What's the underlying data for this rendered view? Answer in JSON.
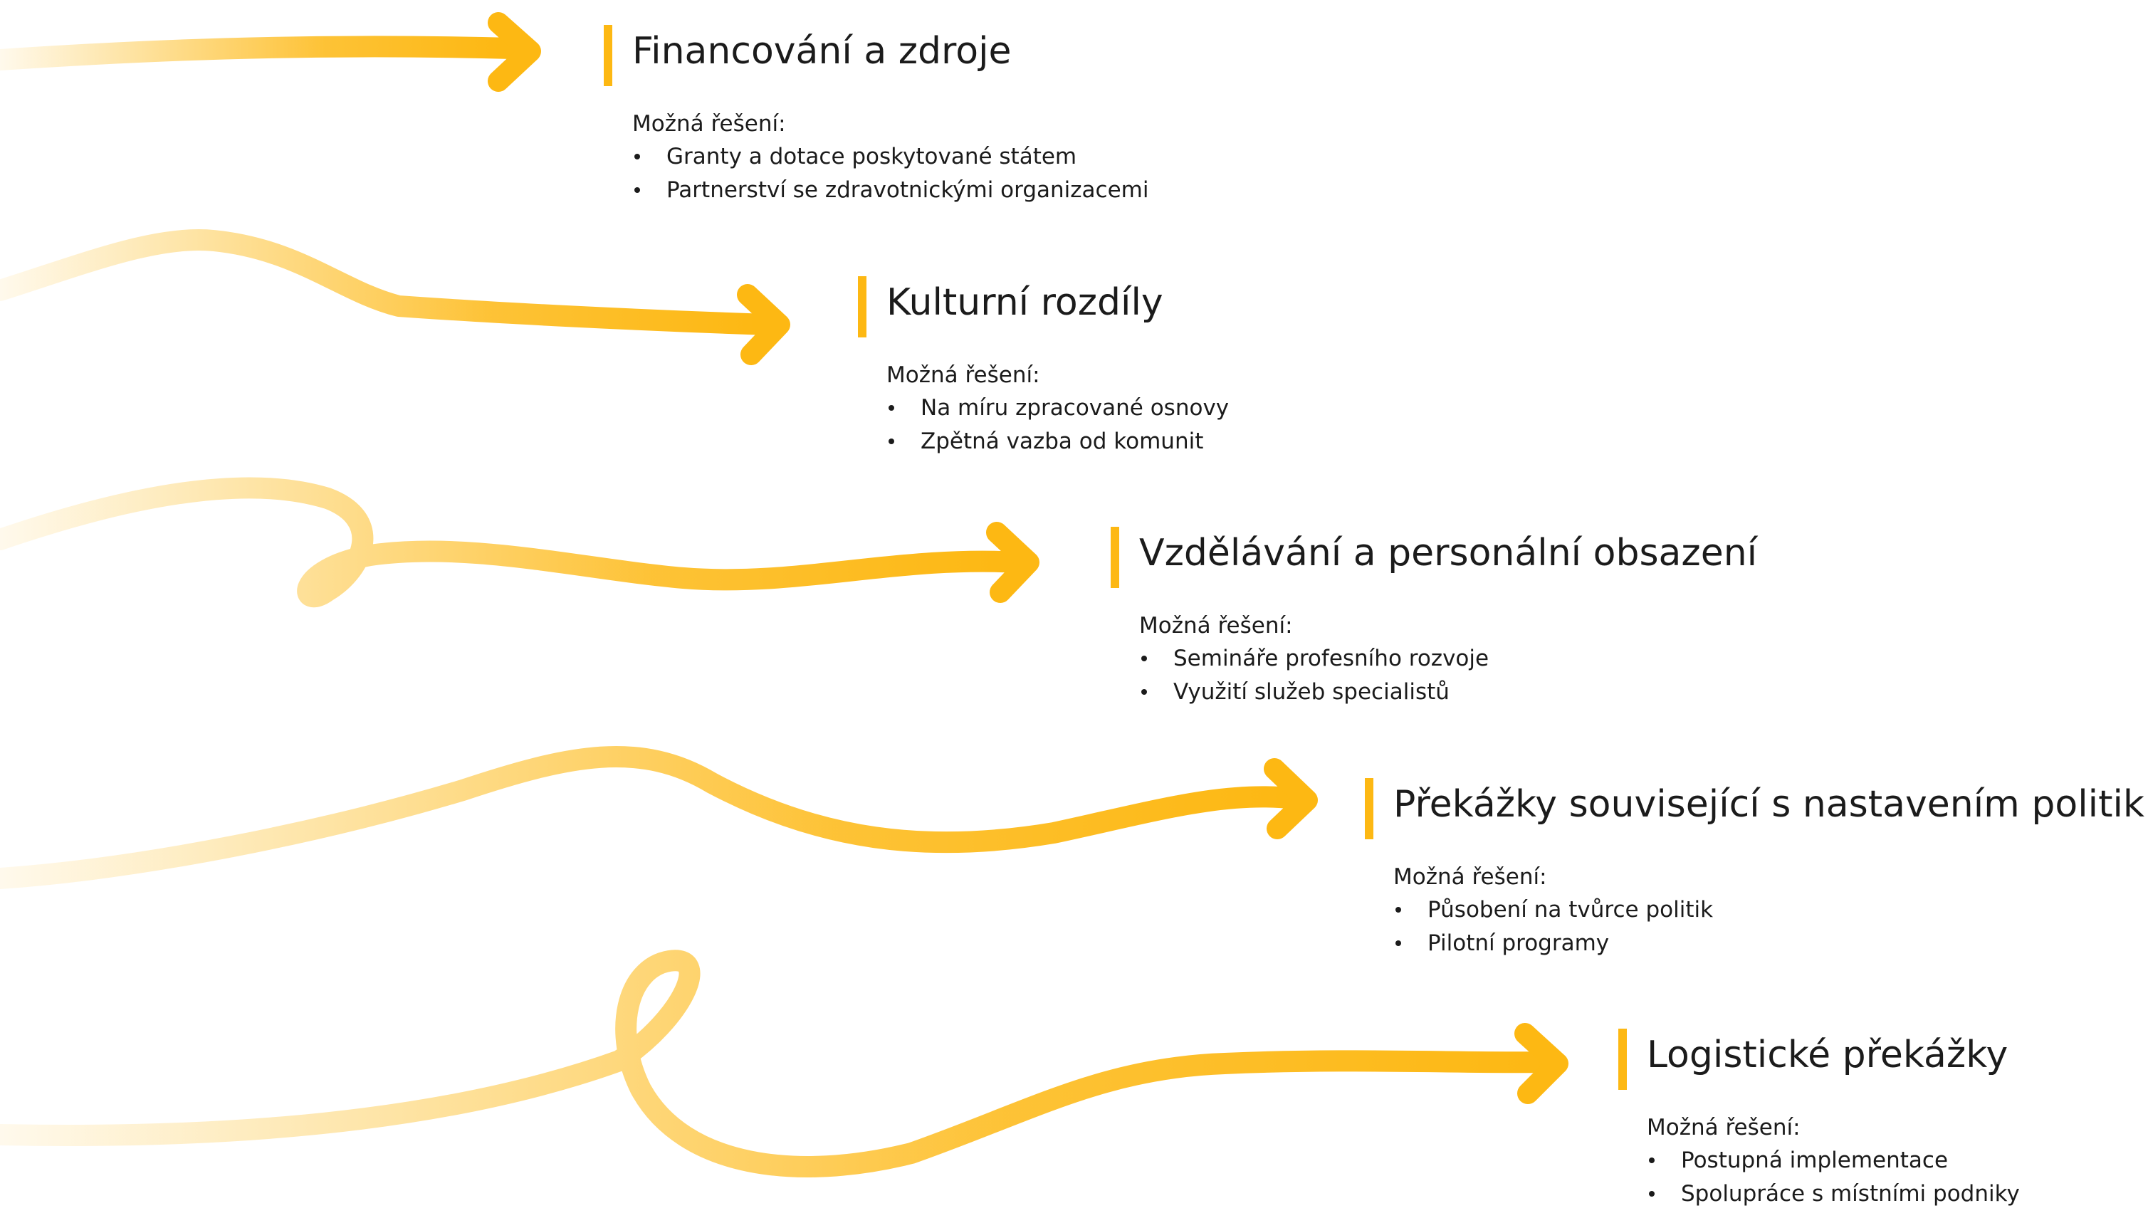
{
  "accent_color": "#FDB813",
  "solutions_label": "Možná řešení:",
  "items": [
    {
      "title": "Financování a zdroje",
      "solutions": [
        "Granty a dotace poskytované státem",
        "Partnerství se zdravotnickými organizacemi"
      ]
    },
    {
      "title": "Kulturní rozdíly",
      "solutions": [
        "Na míru zpracované osnovy",
        "Zpětná vazba od komunit"
      ]
    },
    {
      "title": "Vzdělávání a personální obsazení",
      "solutions": [
        "Semináře profesního rozvoje",
        "Využití služeb specialistů"
      ]
    },
    {
      "title": "Překážky související s nastavením politik",
      "solutions": [
        "Působení na tvůrce politik",
        "Pilotní programy"
      ]
    },
    {
      "title": "Logistické překážky",
      "solutions": [
        "Postupná implementace",
        "Spolupráce s místními podniky"
      ]
    }
  ]
}
